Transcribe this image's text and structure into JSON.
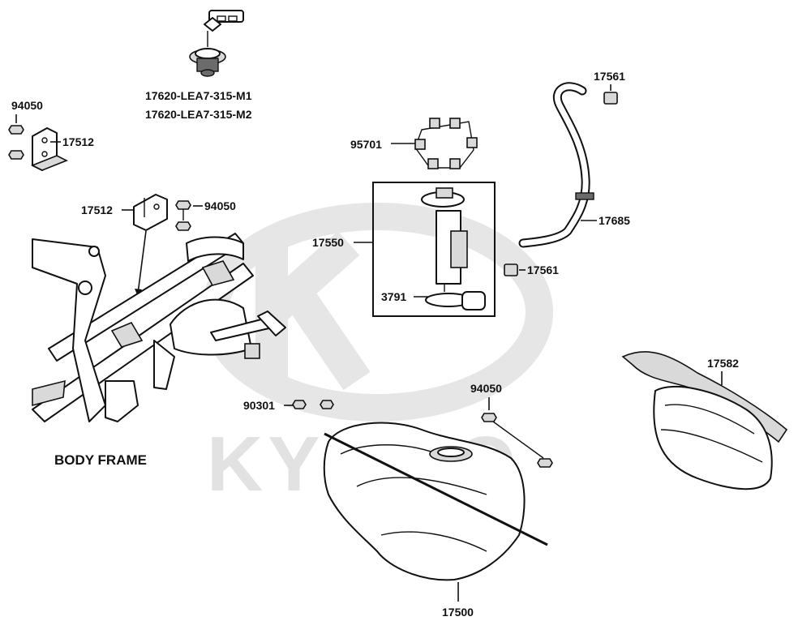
{
  "diagram": {
    "watermark": "KYMCO",
    "caption": "BODY FRAME",
    "labels": {
      "key_set_m1": "17620-LEA7-315-M1",
      "key_set_m2": "17620-LEA7-315-M2",
      "nut_94050_a": "94050",
      "bracket_17512_a": "17512",
      "bracket_17512_b": "17512",
      "nut_94050_b": "94050",
      "bolt_95701": "95701",
      "pump_17550": "17550",
      "float_3791": "3791",
      "clip_17561_a": "17561",
      "hose_17685": "17685",
      "clip_17561_b": "17561",
      "heat_shield_17582": "17582",
      "nut_90301": "90301",
      "nut_94050_c": "94050",
      "tank_17500": "17500"
    }
  }
}
